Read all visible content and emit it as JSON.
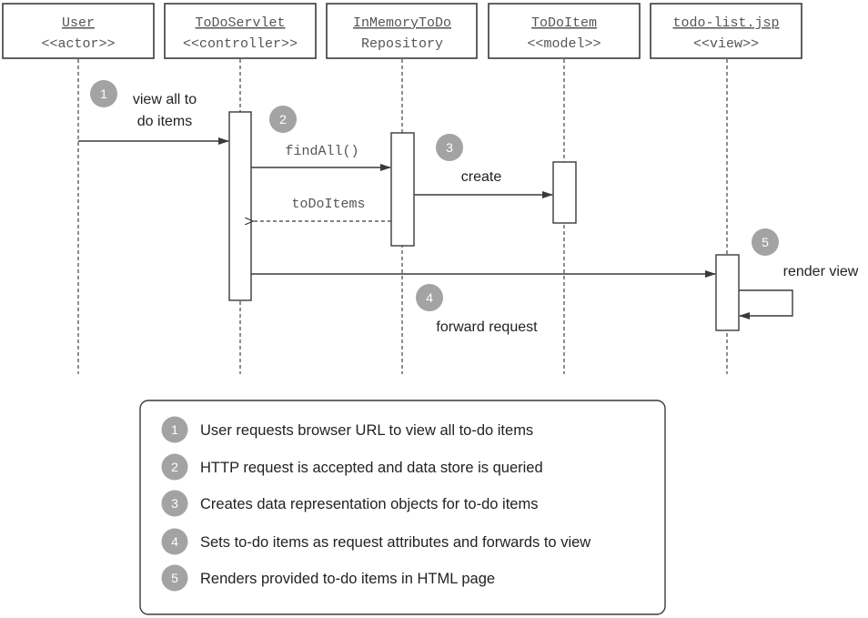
{
  "participants": [
    {
      "name": "User",
      "stereotype": "<<actor>>"
    },
    {
      "name": "ToDoServlet",
      "stereotype": "<<controller>>"
    },
    {
      "name": "InMemoryToDo",
      "stereotype": "Repository",
      "name_line2_plain": true
    },
    {
      "name": "ToDoItem",
      "stereotype": "<<model>>"
    },
    {
      "name": "todo-list.jsp",
      "stereotype": "<<view>>"
    }
  ],
  "steps": [
    {
      "number": "1",
      "label_line1": "view all to",
      "label_line2": "do items"
    },
    {
      "number": "2",
      "call": "findAll()",
      "return": "toDoItems"
    },
    {
      "number": "3",
      "label": "create"
    },
    {
      "number": "4",
      "label": "forward request"
    },
    {
      "number": "5",
      "label": "render view"
    }
  ],
  "legend": [
    {
      "number": "1",
      "text": "User requests browser URL to view all to-do items"
    },
    {
      "number": "2",
      "text": "HTTP request is accepted and data store is queried"
    },
    {
      "number": "3",
      "text": "Creates data representation objects for to-do items"
    },
    {
      "number": "4",
      "text": "Sets to-do items as request attributes and forwards to view"
    },
    {
      "number": "5",
      "text": "Renders provided to-do items in HTML page"
    }
  ],
  "colors": {
    "badge": "#a3a3a3",
    "line": "#3a3a3a",
    "header_text": "#555555"
  }
}
